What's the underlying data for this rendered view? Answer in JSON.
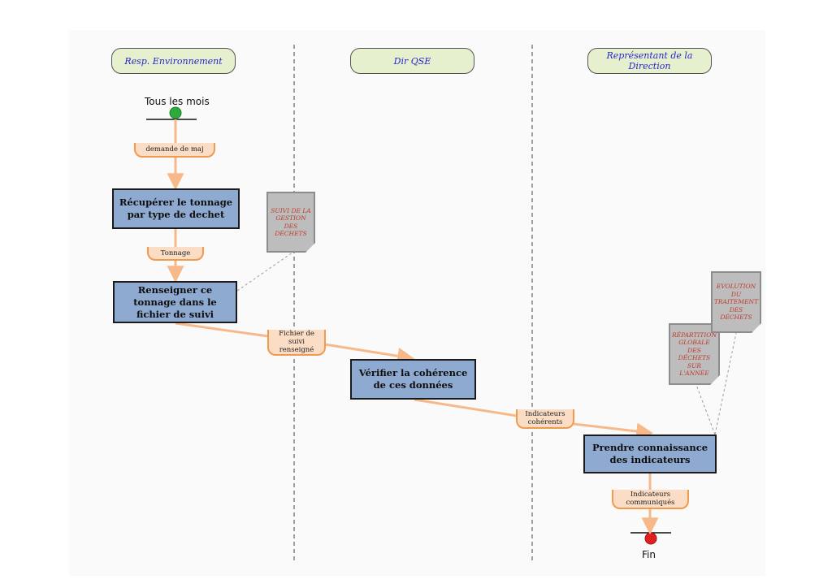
{
  "lanes": [
    {
      "label": "Resp. Environnement"
    },
    {
      "label": "Dir QSE"
    },
    {
      "label": "Représentant de la Direction"
    }
  ],
  "start": {
    "label": "Tous les mois"
  },
  "end": {
    "label": "Fin"
  },
  "actions": {
    "recuperer": "Récupérer le tonnage par type de dechet",
    "renseigner": "Renseigner ce tonnage dans le fichier de suivi",
    "verifier": "Vérifier la cohérence de ces données",
    "prendre": "Prendre connaissance des indicateurs"
  },
  "objects": {
    "demande": "demande de maj",
    "tonnage": "Tonnage",
    "fichier": "Fichier de suivi renseigné",
    "indicateurs_coherents": "Indicateurs cohérents",
    "indicateurs_communiques": "Indicateurs communiqués"
  },
  "documents": {
    "suivi": "SUIVI DE LA GESTION DES DÉCHETS",
    "repartition": "RÉPARTITION GLOBALE DES DÉCHETS SUR L'ANNÉE",
    "evolution": "EVOLUTION DU TRAITEMENT DES DÉCHETS"
  },
  "colors": {
    "lane_header_fill": "#e6f0cf",
    "lane_header_text": "#2626c9",
    "action_fill": "#8eaad0",
    "object_fill": "#fbdcc4",
    "flow_arrow": "#f7b98a",
    "start_node": "#2eaa3c",
    "end_node": "#e02020",
    "document_fill": "#bdbdbd",
    "document_text": "#c0392b"
  }
}
